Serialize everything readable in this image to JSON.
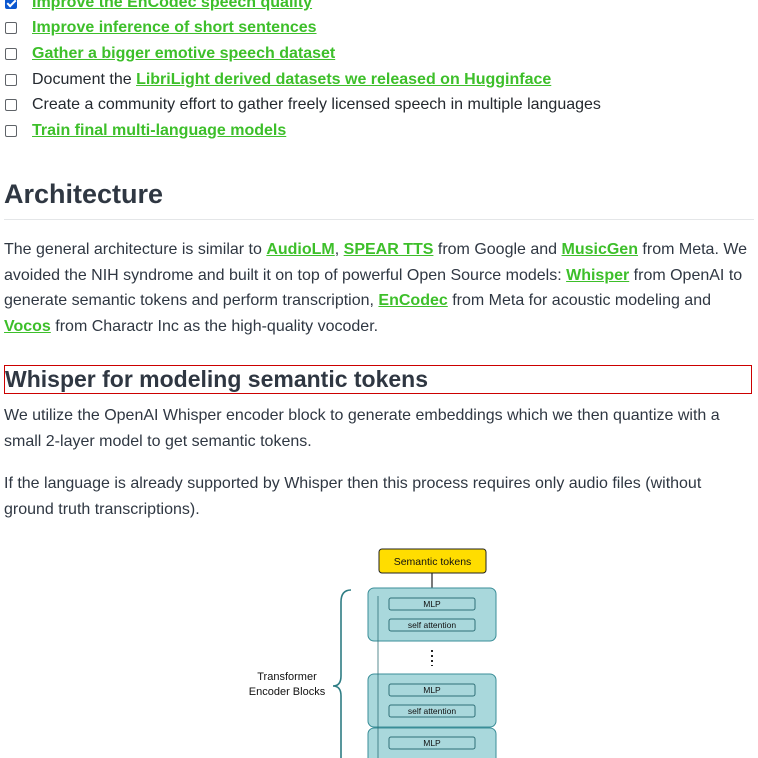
{
  "todo": [
    {
      "checked": true,
      "parts": [
        {
          "text": "Improve the EnCodec speech quality",
          "link": true
        }
      ]
    },
    {
      "checked": false,
      "parts": [
        {
          "text": "Improve inference of short sentences",
          "link": true
        }
      ]
    },
    {
      "checked": false,
      "parts": [
        {
          "text": "Gather a bigger emotive speech dataset",
          "link": true
        }
      ]
    },
    {
      "checked": false,
      "parts": [
        {
          "text": "Document the ",
          "link": false
        },
        {
          "text": "LibriLight derived datasets we released on Hugginface",
          "link": true
        }
      ]
    },
    {
      "checked": false,
      "parts": [
        {
          "text": "Create a community effort to gather freely licensed speech in multiple languages",
          "link": false
        }
      ]
    },
    {
      "checked": false,
      "parts": [
        {
          "text": "Train final multi-language models",
          "link": true
        }
      ]
    }
  ],
  "architecture": {
    "heading": "Architecture",
    "paragraph": [
      {
        "text": "The general architecture is similar to ",
        "link": false
      },
      {
        "text": "AudioLM",
        "link": true
      },
      {
        "text": ", ",
        "link": false
      },
      {
        "text": "SPEAR TTS",
        "link": true
      },
      {
        "text": " from Google and ",
        "link": false
      },
      {
        "text": "MusicGen",
        "link": true
      },
      {
        "text": " from Meta. We avoided the NIH syndrome and built it on top of powerful Open Source models: ",
        "link": false
      },
      {
        "text": "Whisper",
        "link": true
      },
      {
        "text": " from OpenAI to generate semantic tokens and perform transcription, ",
        "link": false
      },
      {
        "text": "EnCodec",
        "link": true
      },
      {
        "text": " from Meta for acoustic modeling and ",
        "link": false
      },
      {
        "text": "Vocos",
        "link": true
      },
      {
        "text": " from Charactr Inc as the high-quality vocoder.",
        "link": false
      }
    ]
  },
  "whisper_section": {
    "heading": "Whisper for modeling semantic tokens",
    "para1": "We utilize the OpenAI Whisper encoder block to generate embeddings which we then quantize with a small 2-layer model to get semantic tokens.",
    "para2": "If the language is already supported by Whisper then this process requires only audio files (without ground truth transcriptions)."
  },
  "diagram": {
    "output_label": "Semantic tokens",
    "group_label_line1": "Transformer",
    "group_label_line2": "Encoder Blocks",
    "mlp_label": "MLP",
    "attention_label": "self attention",
    "colors": {
      "output_fill": "#ffdd00",
      "block_fill": "#a9d8dc",
      "block_stroke": "#3a8e98",
      "brace": "#2e7d84"
    }
  }
}
